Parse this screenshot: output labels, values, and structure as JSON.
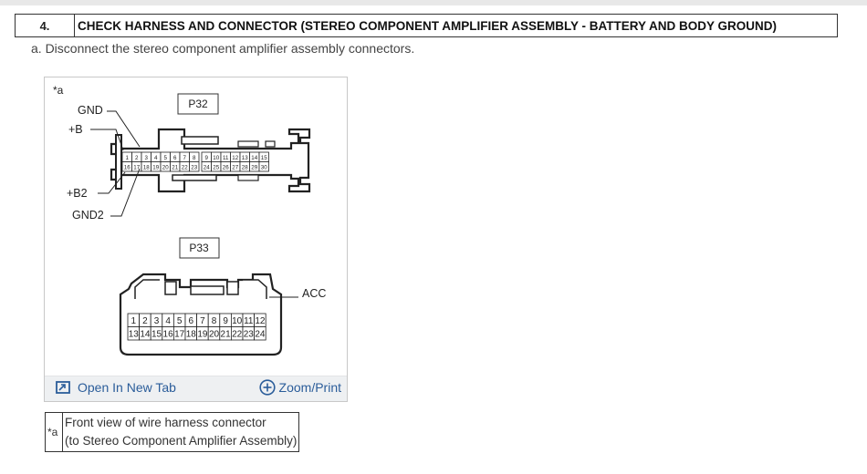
{
  "step": {
    "number": "4.",
    "title": "CHECK HARNESS AND CONNECTOR (STEREO COMPONENT AMPLIFIER ASSEMBLY - BATTERY AND BODY GROUND)"
  },
  "instruction": "a. Disconnect the stereo component amplifier assembly connectors.",
  "figure": {
    "callout": "*a",
    "p32": {
      "label": "P32",
      "terminals": [
        "GND",
        "+B",
        "+B2",
        "GND2"
      ],
      "row1": [
        "1",
        "2",
        "3",
        "4",
        "5",
        "6",
        "7",
        "8",
        "9",
        "10",
        "11",
        "12",
        "13",
        "14",
        "15"
      ],
      "row2": [
        "16",
        "17",
        "18",
        "19",
        "20",
        "21",
        "22",
        "23",
        "24",
        "25",
        "26",
        "27",
        "28",
        "29",
        "30"
      ]
    },
    "p33": {
      "label": "P33",
      "terminal": "ACC",
      "row1": [
        "1",
        "2",
        "3",
        "4",
        "5",
        "6",
        "7",
        "8",
        "9",
        "10",
        "11",
        "12"
      ],
      "row2": [
        "13",
        "14",
        "15",
        "16",
        "17",
        "18",
        "19",
        "20",
        "21",
        "22",
        "23",
        "24"
      ]
    },
    "footer": {
      "open_new_tab": "Open In New Tab",
      "zoom_print": "Zoom/Print",
      "open_icon": "open-external-icon",
      "zoom_icon": "plus-circle-icon"
    }
  },
  "legend": {
    "key": "*a",
    "line1": "Front view of wire harness connector",
    "line2": "(to Stereo Component Amplifier Assembly)"
  },
  "colors": {
    "link": "#2b5d9a",
    "footer_bg": "#eef0f2",
    "border": "#333333"
  }
}
